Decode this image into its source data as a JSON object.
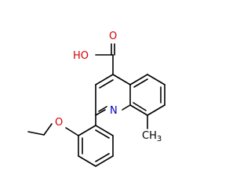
{
  "molecule": {
    "atom_labels": {
      "carbonyl_oxygen": "O",
      "hydroxyl": "HO",
      "ring_nitrogen": "N",
      "methyl": "CH",
      "methyl_subscript": "3",
      "ether_oxygen": "O"
    },
    "colors": {
      "oxygen": "#d40000",
      "nitrogen": "#0000c8",
      "carbon": "#000000",
      "bond": "#000000"
    }
  }
}
